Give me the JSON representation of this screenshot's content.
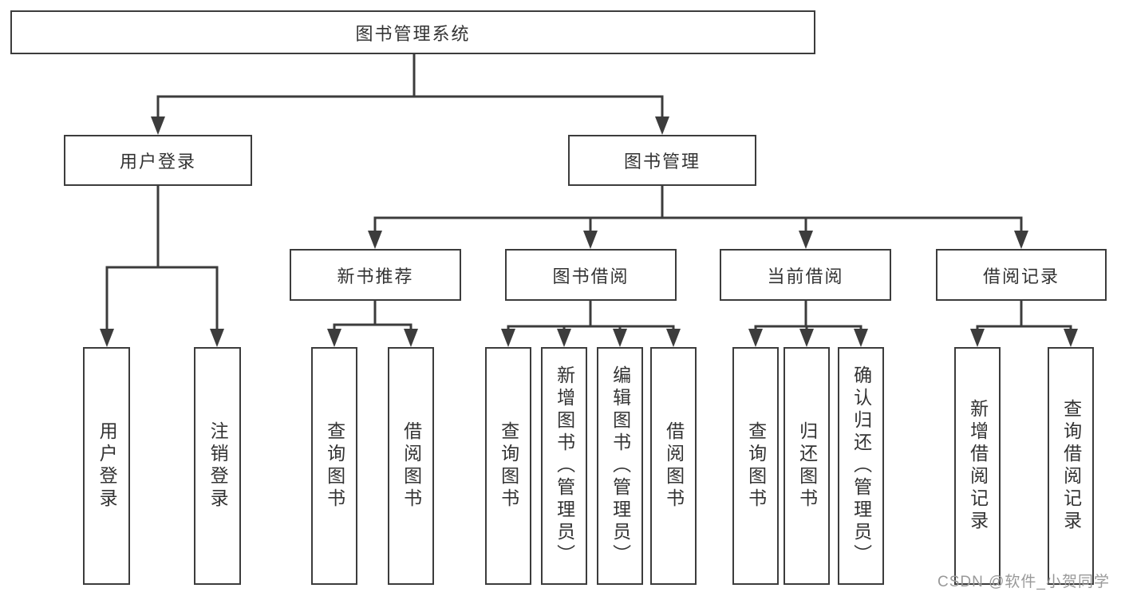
{
  "tree": {
    "label": "图书管理系统",
    "children": [
      {
        "label": "用户登录",
        "children": [
          {
            "label": "用户登录"
          },
          {
            "label": "注销登录"
          }
        ]
      },
      {
        "label": "图书管理",
        "children": [
          {
            "label": "新书推荐",
            "children": [
              {
                "label": "查询图书"
              },
              {
                "label": "借阅图书"
              }
            ]
          },
          {
            "label": "图书借阅",
            "children": [
              {
                "label": "查询图书"
              },
              {
                "label": "新增图书（管理员）"
              },
              {
                "label": "编辑图书（管理员）"
              },
              {
                "label": "借阅图书"
              }
            ]
          },
          {
            "label": "当前借阅",
            "children": [
              {
                "label": "查询图书"
              },
              {
                "label": "归还图书"
              },
              {
                "label": "确认归还（管理员）"
              }
            ]
          },
          {
            "label": "借阅记录",
            "children": [
              {
                "label": "新增借阅记录"
              },
              {
                "label": "查询借阅记录"
              }
            ]
          }
        ]
      }
    ]
  },
  "watermark": "CSDN @软件_小贺同学",
  "colors": {
    "line": "#3c3c3c",
    "text": "#333333",
    "box_background": "#ffffff",
    "watermark": "#999999"
  }
}
